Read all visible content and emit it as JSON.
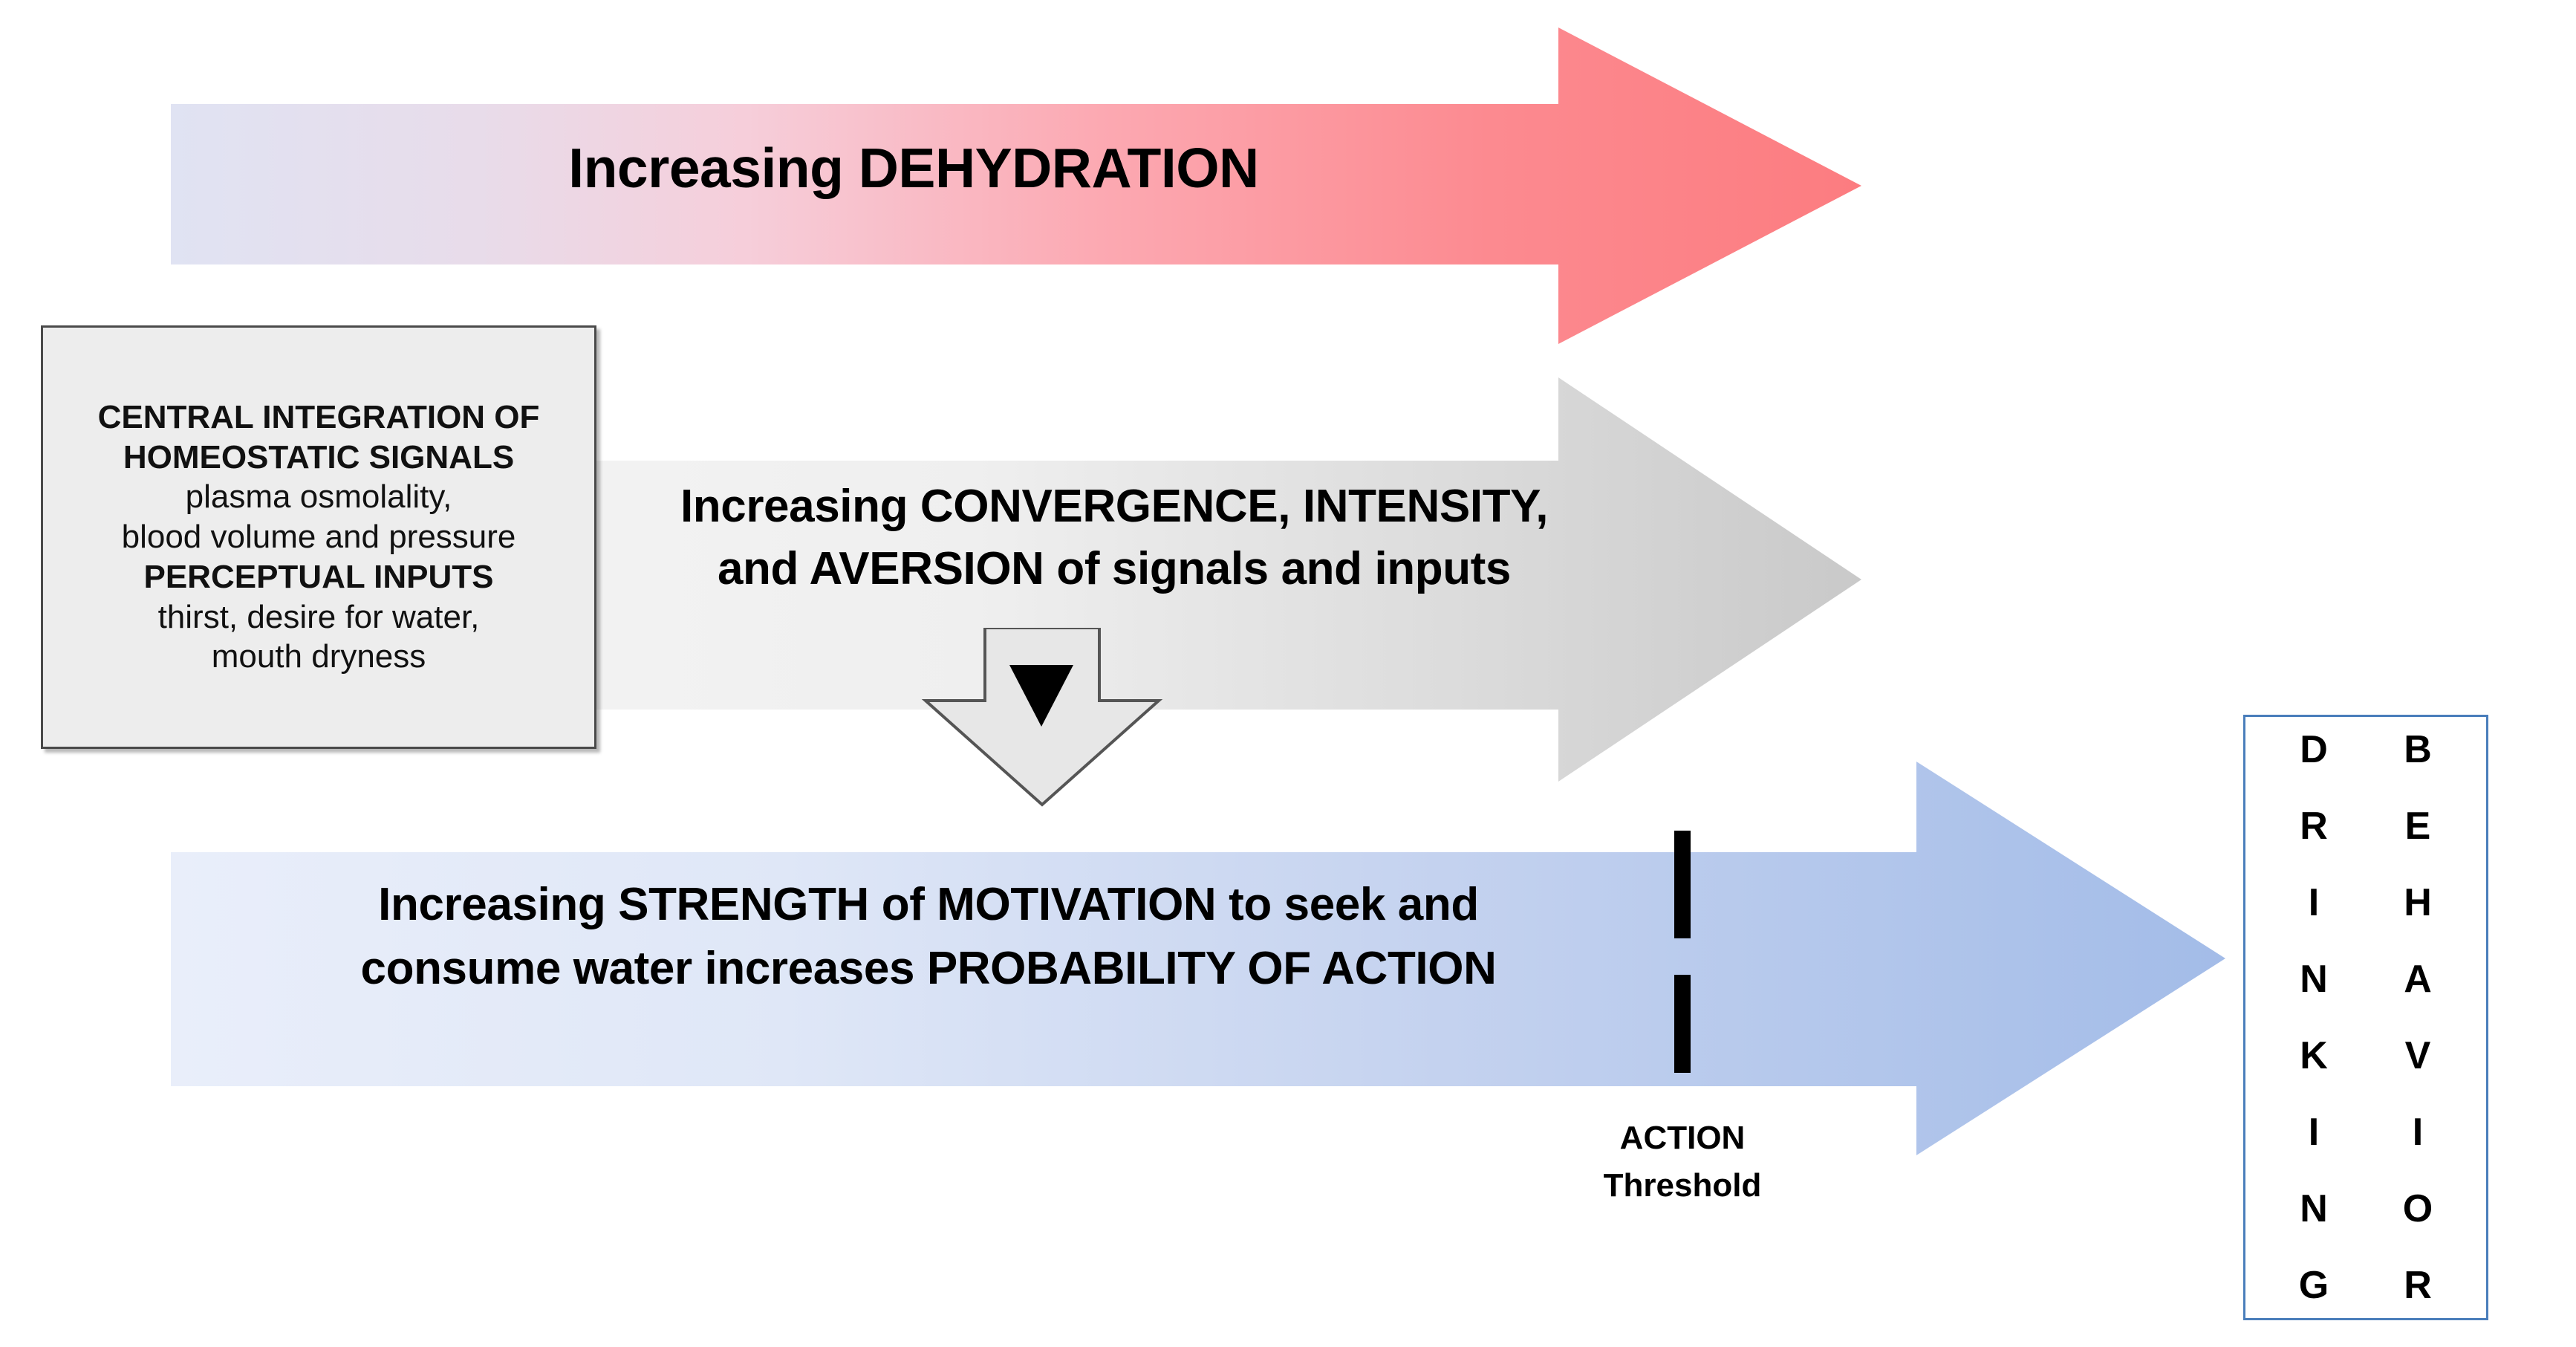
{
  "diagram": {
    "title_alt": "Dehydration to drinking behavior motivation flow diagram",
    "dehydration_arrow": {
      "label": "Increasing DEHYDRATION",
      "gradient_from": "#E2E4F4",
      "gradient_to": "#FC7C80"
    },
    "convergence_arrow": {
      "line1": "Increasing CONVERGENCE, INTENSITY,",
      "line2": "and AVERSION of signals and inputs",
      "gradient_from": "#F3F3F3",
      "gradient_to": "#C9C9C9"
    },
    "homeostatic_box": {
      "lines": [
        {
          "text": "CENTRAL INTEGRATION OF",
          "bold": true
        },
        {
          "text": "HOMEOSTATIC  SIGNALS",
          "bold": true
        },
        {
          "text": "plasma osmolality,",
          "bold": false
        },
        {
          "text": "blood volume and pressure",
          "bold": false
        },
        {
          "text": "PERCEPTUAL INPUTS",
          "bold": true
        },
        {
          "text": "thirst, desire for water,",
          "bold": false
        },
        {
          "text": "mouth dryness",
          "bold": false
        }
      ],
      "fill": "#EDEDED",
      "border": "#4A4A4A"
    },
    "down_arrow": {
      "name": "down-arrow",
      "fill": "#E6E6E6",
      "stroke": "#595959",
      "inner_triangle_fill": "#000000"
    },
    "motivation_arrow": {
      "line1": "Increasing STRENGTH of MOTIVATION to seek and",
      "line2": "consume water increases PROBABILITY OF ACTION",
      "gradient_from": "#E7ECF9",
      "gradient_to": "#A3BCE8"
    },
    "action_threshold": {
      "line1": "ACTION",
      "line2": "Threshold",
      "tick_color": "#000000"
    },
    "drinking_behavior_box": {
      "word_left": "DRINKING",
      "word_right": "BEHAVIOR",
      "letters_left": [
        "D",
        "R",
        "I",
        "N",
        "K",
        "I",
        "N",
        "G"
      ],
      "letters_right": [
        "B",
        "E",
        "H",
        "A",
        "V",
        "I",
        "O",
        "R"
      ],
      "border_color": "#4A7EBB"
    }
  }
}
